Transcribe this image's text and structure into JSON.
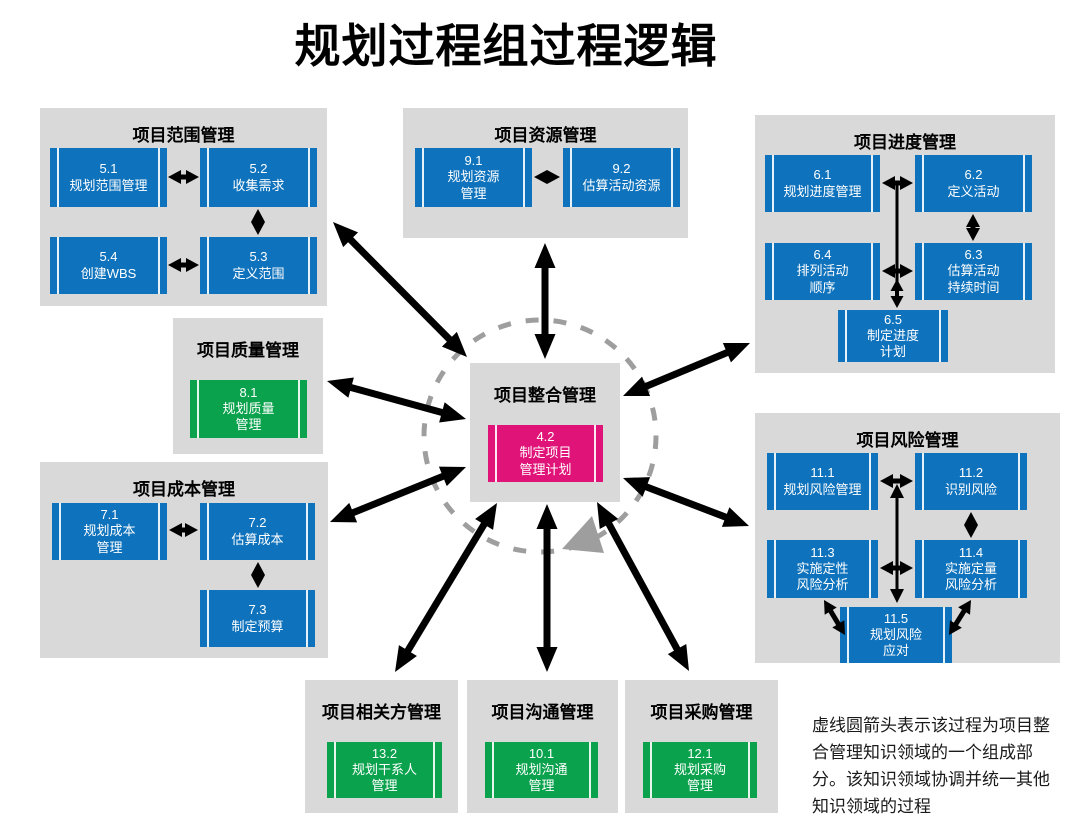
{
  "page_title": "规划过程组过程逻辑",
  "palette": {
    "process_blue": "#0e72bc",
    "process_green": "#0aa24d",
    "process_magenta": "#e01378",
    "group_bg": "#d9d9d9",
    "arrow_black": "#000000",
    "dashed_circle_gray": "#9e9e9e",
    "text_white": "#ffffff",
    "title_black": "#000000"
  },
  "legend": {
    "text": "虚线圆箭头表示该过程为项目整合管理知识领域的一个组成部分。该知识领域协调并统一其他知识领域的过程"
  },
  "groups": {
    "scope": {
      "label": "项目范围管理",
      "processes": [
        {
          "id": "5.1",
          "lines": [
            "5.1",
            "规划范围管理"
          ]
        },
        {
          "id": "5.2",
          "lines": [
            "5.2",
            "收集需求"
          ]
        },
        {
          "id": "5.4",
          "lines": [
            "5.4",
            "创建WBS"
          ]
        },
        {
          "id": "5.3",
          "lines": [
            "5.3",
            "定义范围"
          ]
        }
      ]
    },
    "resource": {
      "label": "项目资源管理",
      "processes": [
        {
          "id": "9.1",
          "lines": [
            "9.1",
            "规划资源",
            "管理"
          ]
        },
        {
          "id": "9.2",
          "lines": [
            "9.2",
            "估算活动资源"
          ]
        }
      ]
    },
    "schedule": {
      "label": "项目进度管理",
      "processes": [
        {
          "id": "6.1",
          "lines": [
            "6.1",
            "规划进度管理"
          ]
        },
        {
          "id": "6.2",
          "lines": [
            "6.2",
            "定义活动"
          ]
        },
        {
          "id": "6.4",
          "lines": [
            "6.4",
            "排列活动",
            "顺序"
          ]
        },
        {
          "id": "6.3",
          "lines": [
            "6.3",
            "估算活动",
            "持续时间"
          ]
        },
        {
          "id": "6.5",
          "lines": [
            "6.5",
            "制定进度",
            "计划"
          ]
        }
      ]
    },
    "quality": {
      "label": "项目质量管理",
      "processes": [
        {
          "id": "8.1",
          "lines": [
            "8.1",
            "规划质量",
            "管理"
          ]
        }
      ]
    },
    "integration": {
      "label": "项目整合管理",
      "processes": [
        {
          "id": "4.2",
          "lines": [
            "4.2",
            "制定项目",
            "管理计划"
          ]
        }
      ]
    },
    "cost": {
      "label": "项目成本管理",
      "processes": [
        {
          "id": "7.1",
          "lines": [
            "7.1",
            "规划成本",
            "管理"
          ]
        },
        {
          "id": "7.2",
          "lines": [
            "7.2",
            "估算成本"
          ]
        },
        {
          "id": "7.3",
          "lines": [
            "7.3",
            "制定预算"
          ]
        }
      ]
    },
    "risk": {
      "label": "项目风险管理",
      "processes": [
        {
          "id": "11.1",
          "lines": [
            "11.1",
            "规划风险管理"
          ]
        },
        {
          "id": "11.2",
          "lines": [
            "11.2",
            "识别风险"
          ]
        },
        {
          "id": "11.3",
          "lines": [
            "11.3",
            "实施定性",
            "风险分析"
          ]
        },
        {
          "id": "11.4",
          "lines": [
            "11.4",
            "实施定量",
            "风险分析"
          ]
        },
        {
          "id": "11.5",
          "lines": [
            "11.5",
            "规划风险",
            "应对"
          ]
        }
      ]
    },
    "stakeholder": {
      "label": "项目相关方管理",
      "processes": [
        {
          "id": "13.2",
          "lines": [
            "13.2",
            "规划干系人",
            "管理"
          ]
        }
      ]
    },
    "communications": {
      "label": "项目沟通管理",
      "processes": [
        {
          "id": "10.1",
          "lines": [
            "10.1",
            "规划沟通",
            "管理"
          ]
        }
      ]
    },
    "procurement": {
      "label": "项目采购管理",
      "processes": [
        {
          "id": "12.1",
          "lines": [
            "12.1",
            "规划采购",
            "管理"
          ]
        }
      ]
    }
  },
  "connections": [
    {
      "from": "integration",
      "to": "scope",
      "style": "radial"
    },
    {
      "from": "integration",
      "to": "resource",
      "style": "radial"
    },
    {
      "from": "integration",
      "to": "schedule",
      "style": "radial"
    },
    {
      "from": "integration",
      "to": "quality",
      "style": "radial"
    },
    {
      "from": "integration",
      "to": "cost",
      "style": "radial"
    },
    {
      "from": "integration",
      "to": "stakeholder",
      "style": "radial"
    },
    {
      "from": "integration",
      "to": "communications",
      "style": "radial"
    },
    {
      "from": "integration",
      "to": "procurement",
      "style": "radial"
    },
    {
      "from": "integration",
      "to": "risk",
      "style": "radial"
    },
    {
      "from": "5.1",
      "to": "5.2",
      "style": "flow"
    },
    {
      "from": "5.2",
      "to": "5.3",
      "style": "flow"
    },
    {
      "from": "5.4",
      "to": "5.3",
      "style": "flow"
    },
    {
      "from": "9.1",
      "to": "9.2",
      "style": "flow"
    },
    {
      "from": "6.1",
      "to": "6.2",
      "style": "flow"
    },
    {
      "from": "6.2",
      "to": "6.3",
      "style": "flow"
    },
    {
      "from": "6.4",
      "to": "6.3",
      "style": "flow"
    },
    {
      "from": "6.4",
      "to": "6.5",
      "style": "flow"
    },
    {
      "from": "7.1",
      "to": "7.2",
      "style": "flow"
    },
    {
      "from": "7.2",
      "to": "7.3",
      "style": "flow"
    },
    {
      "from": "11.1",
      "to": "11.2",
      "style": "flow"
    },
    {
      "from": "11.2",
      "to": "11.4",
      "style": "flow"
    },
    {
      "from": "11.3",
      "to": "11.4",
      "style": "flow"
    },
    {
      "from": "11.1",
      "to": "11.5",
      "style": "flow"
    },
    {
      "from": "11.3",
      "to": "11.5",
      "style": "flow"
    },
    {
      "from": "11.4",
      "to": "11.5",
      "style": "flow"
    }
  ]
}
